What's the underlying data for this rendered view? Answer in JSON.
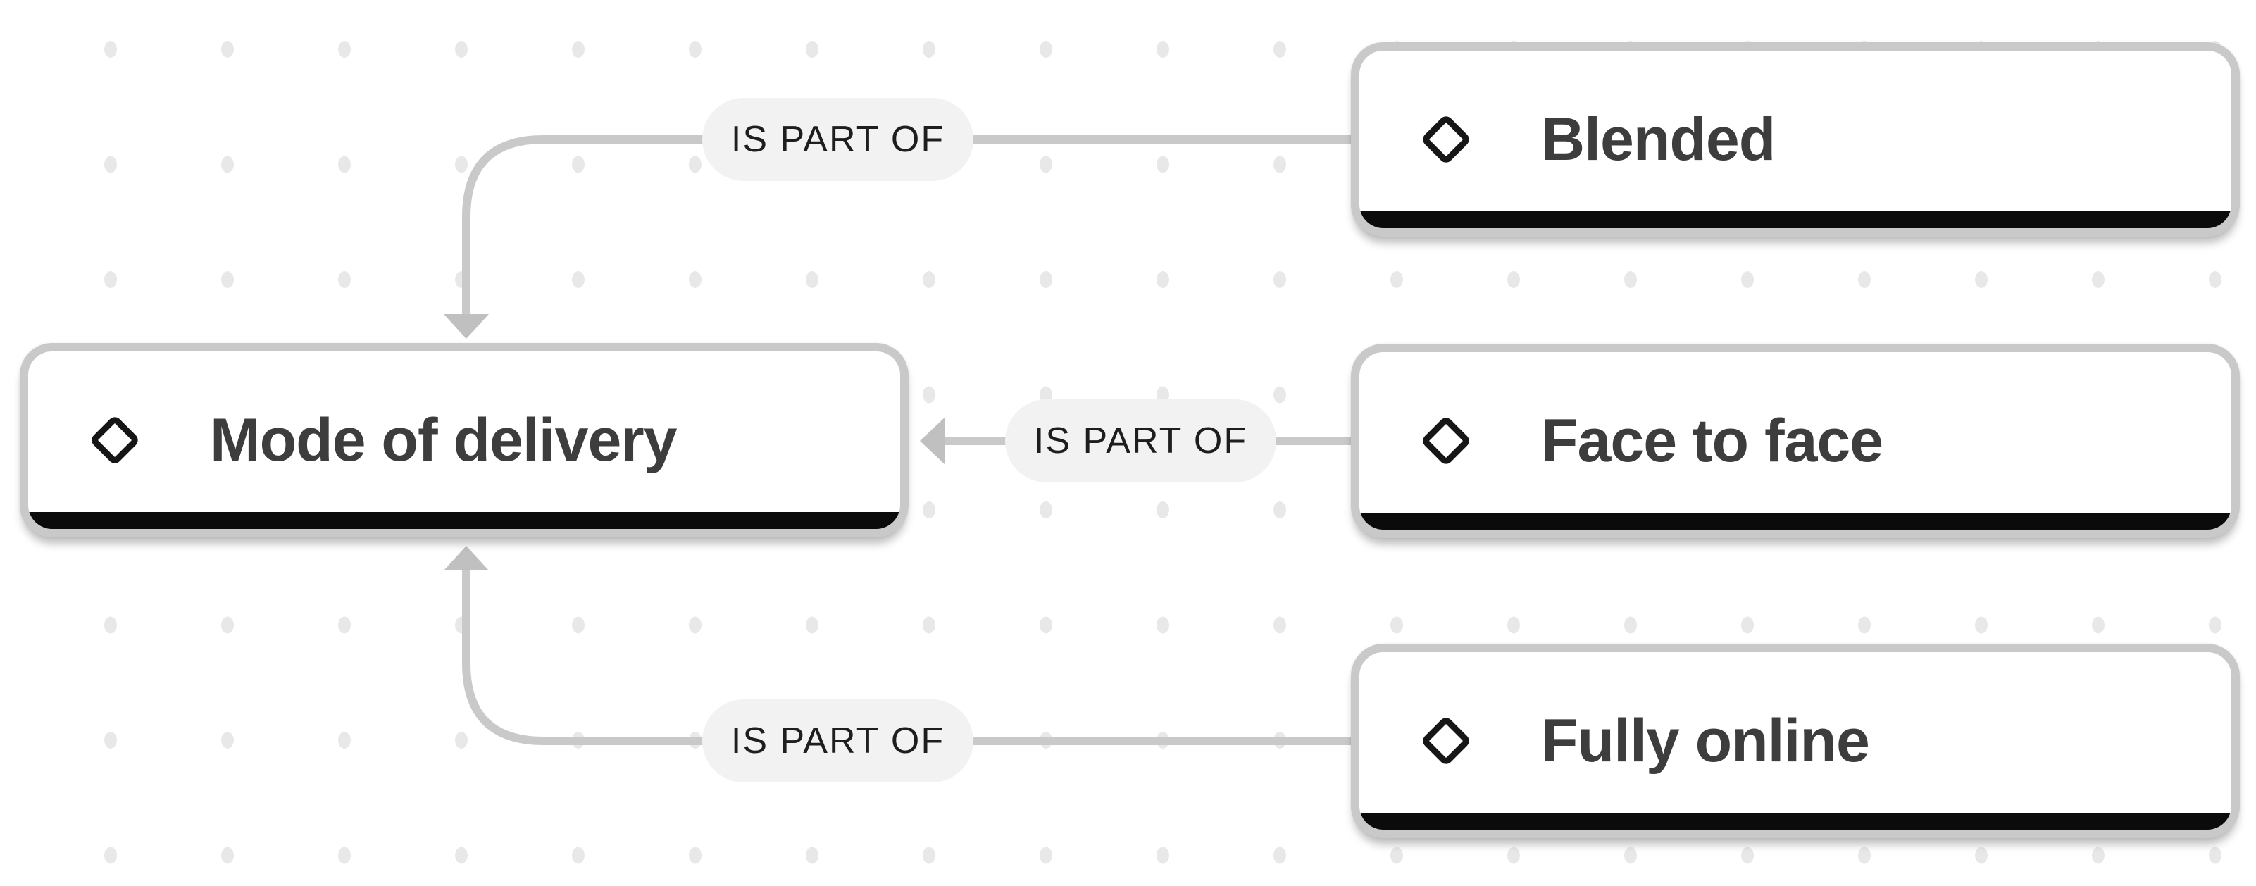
{
  "colors": {
    "edge": "#c9c9c9",
    "arrowhead": "#c0c0c0",
    "node_border": "#c9c9c9",
    "node_bg": "#ffffff",
    "node_bar": "#0b0b0b",
    "node_text": "#3d3d3d",
    "diamond": "#161616",
    "label_bg": "#f2f2f2",
    "label_text": "#1e1e1e",
    "dot": "#e8e8e8",
    "canvas_bg": "#ffffff"
  },
  "diagram": {
    "center_node": {
      "id": "mode-of-delivery",
      "label": "Mode of delivery",
      "icon": "diamond-icon"
    },
    "related_nodes": [
      {
        "id": "blended",
        "label": "Blended",
        "icon": "diamond-icon",
        "relation": "IS PART OF",
        "arrow": "points-to-center"
      },
      {
        "id": "face-to-face",
        "label": "Face to face",
        "icon": "diamond-icon",
        "relation": "IS PART OF",
        "arrow": "points-to-center"
      },
      {
        "id": "fully-online",
        "label": "Fully online",
        "icon": "diamond-icon",
        "relation": "IS PART OF",
        "arrow": "points-to-center"
      }
    ]
  }
}
